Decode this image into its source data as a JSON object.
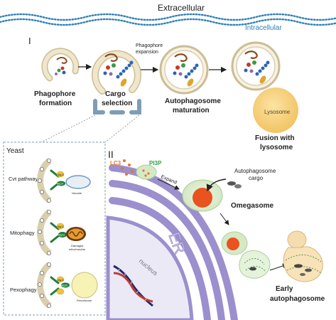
{
  "header": {
    "extracellular": "Extracellular",
    "intracellular": "Intracellular",
    "panel_one": "I",
    "panel_two": "II"
  },
  "stages": {
    "phagophore_formation_line1": "Phagophore",
    "phagophore_formation_line2": "formation",
    "phagophore_expansion_line1": "Phagophore",
    "phagophore_expansion_line2": "expansion",
    "cargo_selection_line1": "Cargo",
    "cargo_selection_line2": "selection",
    "autophagosome_maturation_line1": "Autophagosome",
    "autophagosome_maturation_line2": "maturation",
    "lysosome": "Lysosome",
    "fusion_line1": "Fusion with",
    "fusion_line2": "lysosome"
  },
  "yeast": {
    "title": "Yeast",
    "cvt_pathway": "Cvt pathway",
    "mitophagy": "Mitophagy",
    "pexophagy": "Pexophagy",
    "vacuole": "Vacuole",
    "damaged_mitochondria_line1": "Damaged",
    "damaged_mitochondria_line2": "mitochondria",
    "peroxisome": "Peroxisome",
    "atg11": "Atg11",
    "atg8": "Atg8",
    "atg19": "Atg19",
    "atg32": "Atg32",
    "atg36": "Atg36"
  },
  "mammalian": {
    "lc3": "LC3",
    "pi3p": "PI3P",
    "expand": "Expand",
    "autophagosome_cargo_line1": "Autophagosome",
    "autophagosome_cargo_line2": "cargo",
    "omegasome": "Omegasome",
    "er": "ER",
    "nucleus": "nucleus",
    "early_line1": "Early",
    "early_line2": "autophagosome"
  },
  "colors": {
    "membrane_blue": "#2f7fb8",
    "phagophore_beige": "#ede3c8",
    "er_purple": "#9b8fce",
    "lysosome_yellow": "#f5cf78",
    "omegasome_green": "#d6e9c6",
    "cargo_orange": "#e8531f",
    "lc3_orange": "#e6752b",
    "pi3p_green": "#2f9d45",
    "selection_box": "#7f9db5"
  }
}
